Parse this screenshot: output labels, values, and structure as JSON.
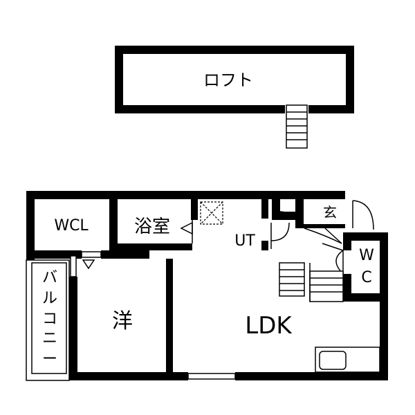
{
  "rooms": {
    "loft": "ロフト",
    "wcl": "WCL",
    "bath": "浴室",
    "ut": "UT",
    "entrance": "玄",
    "wc_top": "W",
    "wc_bottom": "C",
    "balcony": [
      "バ",
      "ル",
      "コ",
      "ニ",
      "ー"
    ],
    "western_room": "洋",
    "ldk": "LDK"
  },
  "colors": {
    "wall": "#000000",
    "background": "#ffffff"
  }
}
